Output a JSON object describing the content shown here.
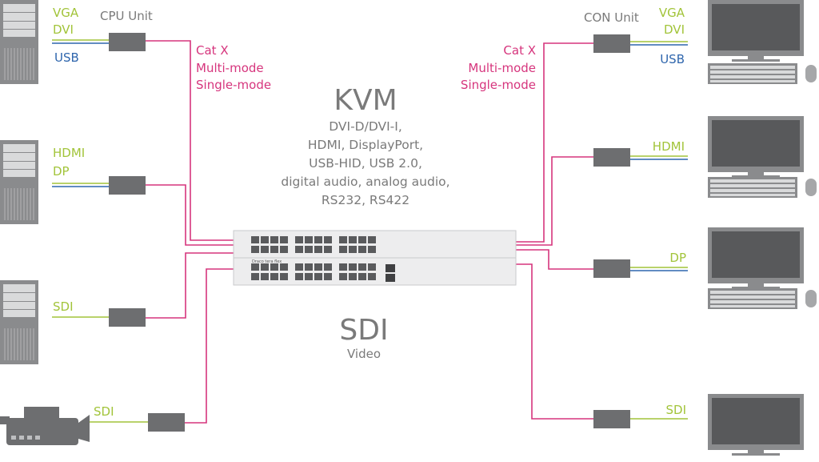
{
  "colors": {
    "video": "#a2c43a",
    "usb": "#2f66ad",
    "link": "#d6357d",
    "unit": "#6d6e70",
    "text": "#7a7a7a"
  },
  "left": {
    "cpu_unit_label": "CPU Unit",
    "row1": {
      "video": [
        "VGA",
        "DVI"
      ],
      "usb": "USB"
    },
    "row2": {
      "video": [
        "HDMI",
        "DP"
      ]
    },
    "row3": {
      "video": "SDI"
    },
    "row4": {
      "video": "SDI"
    },
    "link_labels": [
      "Cat X",
      "Multi-mode",
      "Single-mode"
    ]
  },
  "right": {
    "con_unit_label": "CON Unit",
    "row1": {
      "video": [
        "VGA",
        "DVI"
      ],
      "usb": "USB"
    },
    "row2": {
      "video": "HDMI"
    },
    "row3": {
      "video": "DP"
    },
    "row4": {
      "video": "SDI"
    },
    "link_labels": [
      "Cat X",
      "Multi-mode",
      "Single-mode"
    ]
  },
  "center": {
    "kvm_title": "KVM",
    "kvm_signals": [
      "DVI-D/DVI-I,",
      "HDMI, DisplayPort,",
      "USB-HID, USB 2.0,",
      "digital audio, analog audio,",
      "RS232, RS422"
    ],
    "sdi_title": "SDI",
    "sdi_subtitle": "Video"
  },
  "switch": {
    "brand_label": "Draco tera flex"
  }
}
